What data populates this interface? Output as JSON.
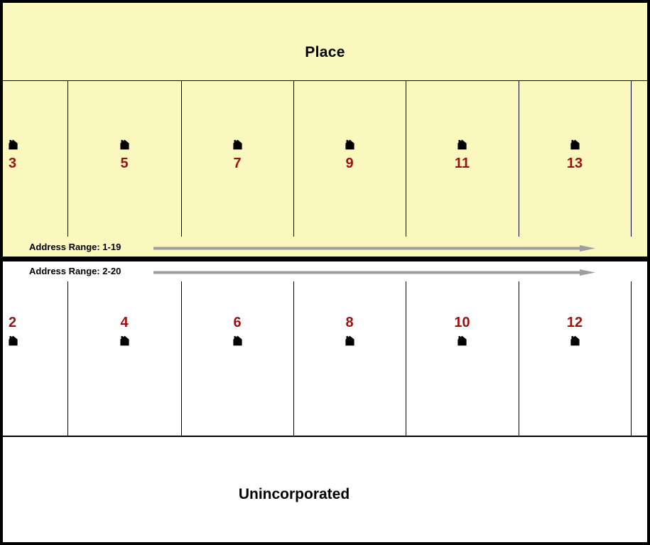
{
  "diagram": {
    "title": "Place / Unincorporated address range diagram",
    "colors": {
      "place_fill": "#fbf8bf",
      "unincorporated_fill": "#ffffff",
      "lot_number": "#9b1111",
      "street_line": "#000000",
      "arrow": "#9e9e9e",
      "border": "#000000"
    }
  },
  "place": {
    "label": "Place",
    "lots": [
      {
        "number": "3",
        "icon": "house-icon"
      },
      {
        "number": "5",
        "icon": "house-icon"
      },
      {
        "number": "7",
        "icon": "house-icon"
      },
      {
        "number": "9",
        "icon": "house-icon"
      },
      {
        "number": "11",
        "icon": "house-icon"
      },
      {
        "number": "13",
        "icon": "house-icon"
      }
    ]
  },
  "unincorporated": {
    "label": "Unincorporated",
    "lots": [
      {
        "number": "2",
        "icon": "house-icon"
      },
      {
        "number": "4",
        "icon": "house-icon"
      },
      {
        "number": "6",
        "icon": "house-icon"
      },
      {
        "number": "8",
        "icon": "house-icon"
      },
      {
        "number": "10",
        "icon": "house-icon"
      },
      {
        "number": "12",
        "icon": "house-icon"
      }
    ]
  },
  "address_ranges": {
    "odd_side": {
      "label": "Address Range: 1-19",
      "from": 1,
      "to": 19,
      "parity": "odd",
      "direction": "right"
    },
    "even_side": {
      "label": "Address Range: 2-20",
      "from": 2,
      "to": 20,
      "parity": "even",
      "direction": "right"
    }
  }
}
